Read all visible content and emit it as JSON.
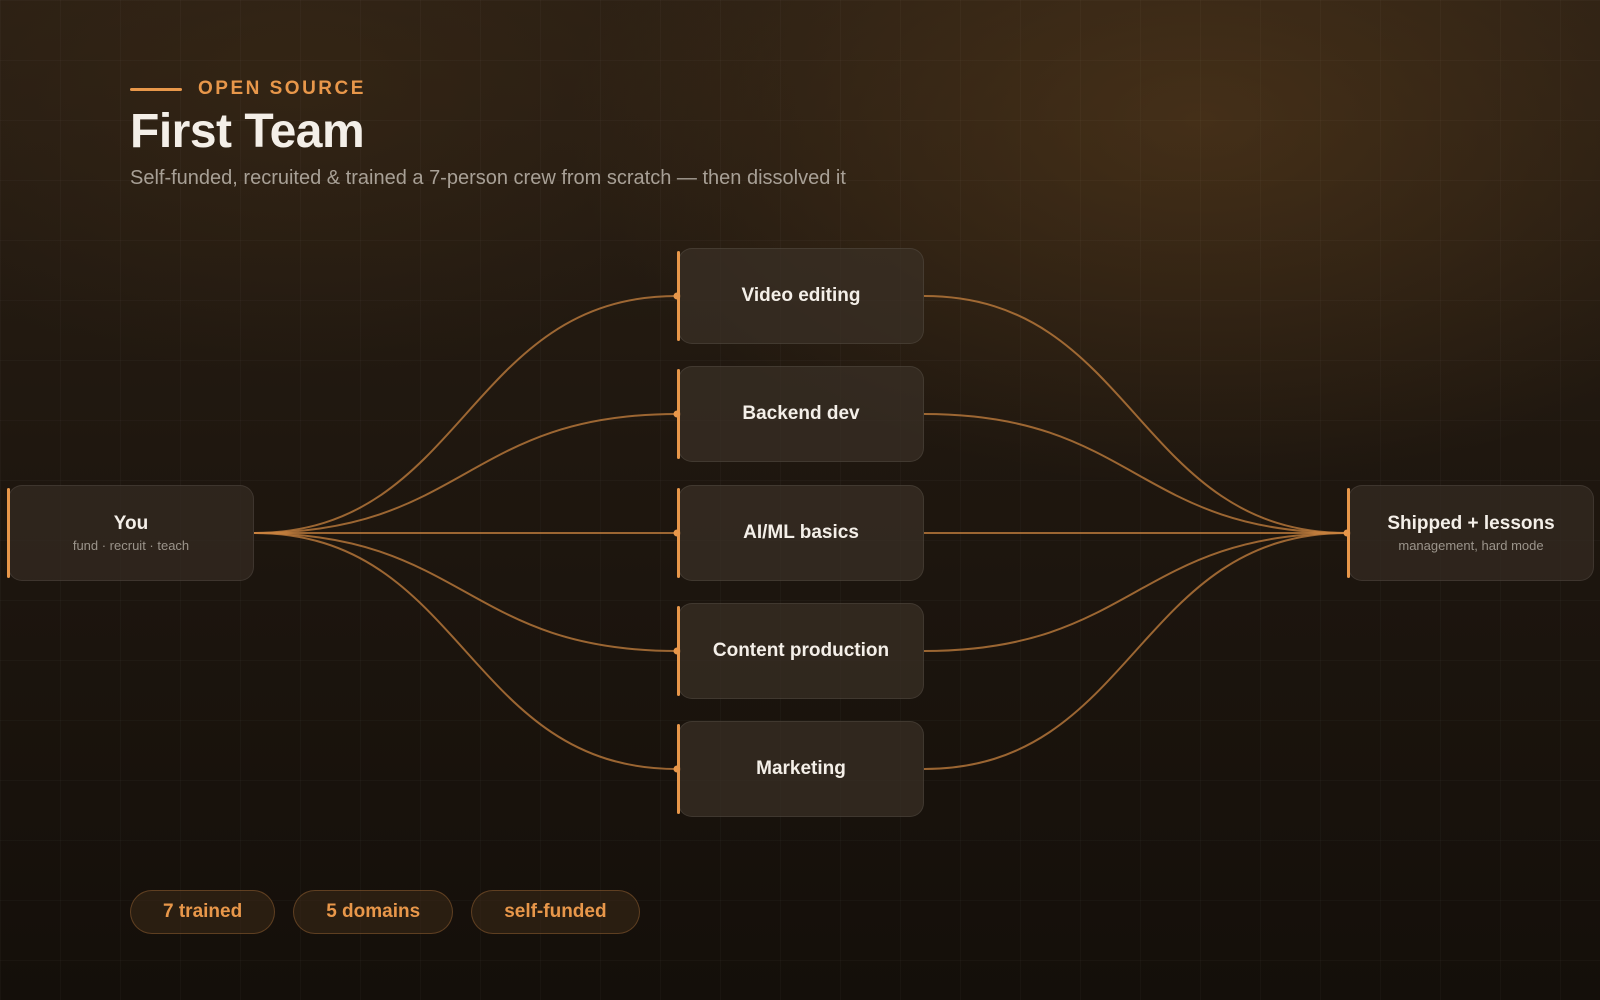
{
  "header": {
    "eyebrow": "OPEN SOURCE",
    "title": "First Team",
    "subtitle": "Self-funded, recruited & trained a 7-person crew from scratch — then dissolved it"
  },
  "diagram": {
    "source": {
      "label": "You",
      "sub": "fund · recruit · teach"
    },
    "domains": [
      {
        "label": "Video editing"
      },
      {
        "label": "Backend dev"
      },
      {
        "label": "AI/ML basics"
      },
      {
        "label": "Content production"
      },
      {
        "label": "Marketing"
      }
    ],
    "outcome": {
      "label": "Shipped + lessons",
      "sub": "management, hard mode"
    }
  },
  "pills": [
    "7 trained",
    "5 domains",
    "self-funded"
  ],
  "colors": {
    "accent": "#e8974a",
    "link": "#c7813f",
    "text": "#f4efe8",
    "muted": "#a8a096"
  }
}
